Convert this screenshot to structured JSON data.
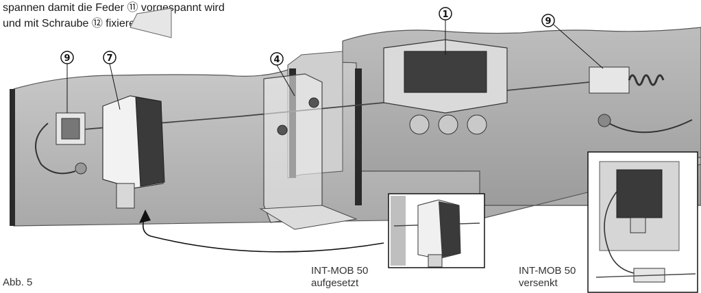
{
  "intro": {
    "line1": "spannen damit die Feder ⑪ vorgespannt wird",
    "line2": "und mit Schraube ⑫ fixieren."
  },
  "callouts": {
    "c9_left": "9",
    "c7": "7",
    "c4": "4",
    "c1": "1",
    "c9_right": "9"
  },
  "inset_surface": {
    "model": "INT-MOB 50",
    "mount": "aufgesetzt"
  },
  "inset_flush": {
    "model": "INT-MOB 50",
    "mount": "versenkt"
  },
  "figure_label": "Abb. 5"
}
